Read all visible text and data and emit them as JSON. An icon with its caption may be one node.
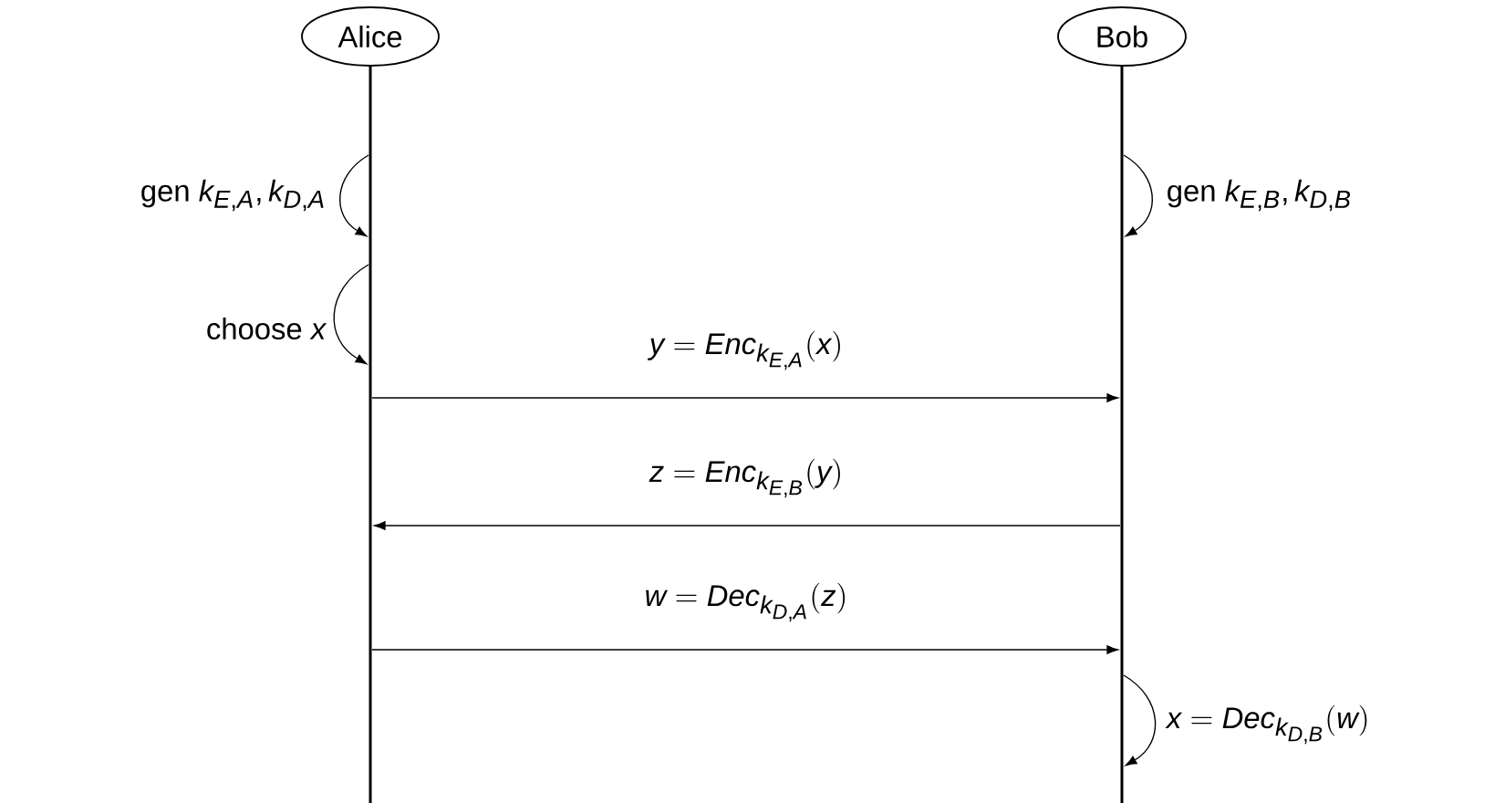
{
  "diagram": {
    "nodes": [
      {
        "text": [
          "Alice"
        ]
      },
      {
        "text": [
          "Bob"
        ]
      },
      {
        "text": [],
        "shape": "bar"
      },
      {
        "text": [],
        "shape": "bar"
      }
    ],
    "edges": [
      {
        "from": 2,
        "to": 2,
        "arrow": "to",
        "label": "\\text{gen } k_{E,A}, k_{D,A}"
      },
      {
        "from": 3,
        "to": 3,
        "arrow": "to",
        "label": "\\text{gen } k_{E,B}, k_{D,B}"
      },
      {
        "from": 2,
        "to": 2,
        "arrow": "to",
        "label": "\\text{choose } x"
      },
      {
        "from": 2,
        "to": 3,
        "arrow": "to",
        "label": "y = Enc_{k_{E,A}}(x)"
      },
      {
        "from": 3,
        "to": 2,
        "arrow": "to",
        "label": "z = Enc_{k_{E,B}}(y)"
      },
      {
        "from": 2,
        "to": 3,
        "arrow": "to",
        "label": "w = Dec_{k_{D,A}}(z)"
      },
      {
        "from": 3,
        "to": 3,
        "arrow": "to",
        "label": "x = Dec_{k_{D,B}}(w)"
      }
    ]
  }
}
